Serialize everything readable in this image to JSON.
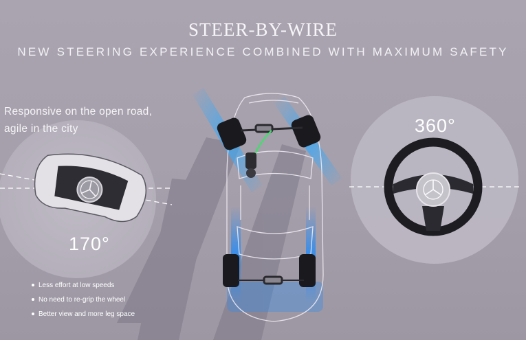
{
  "header": {
    "title": "STEER-BY-WIRE",
    "subtitle": "NEW STEERING EXPERIENCE COMBINED WITH MAXIMUM SAFETY"
  },
  "left_panel": {
    "tagline_line1": "Responsive on the open road,",
    "tagline_line2": "agile in the city",
    "angle_label": "170°",
    "bullets": [
      "Less effort at low speeds",
      "No need to re-grip the wheel",
      "Better view and more leg space"
    ]
  },
  "right_panel": {
    "angle_label": "360°"
  },
  "colors": {
    "background": "#a8a2ae",
    "accent_blue": "#3fa9f5",
    "wire_green": "#3ee06a"
  },
  "icons": [
    "yoke-steering-icon",
    "round-steering-wheel-icon",
    "car-chassis-icon"
  ]
}
